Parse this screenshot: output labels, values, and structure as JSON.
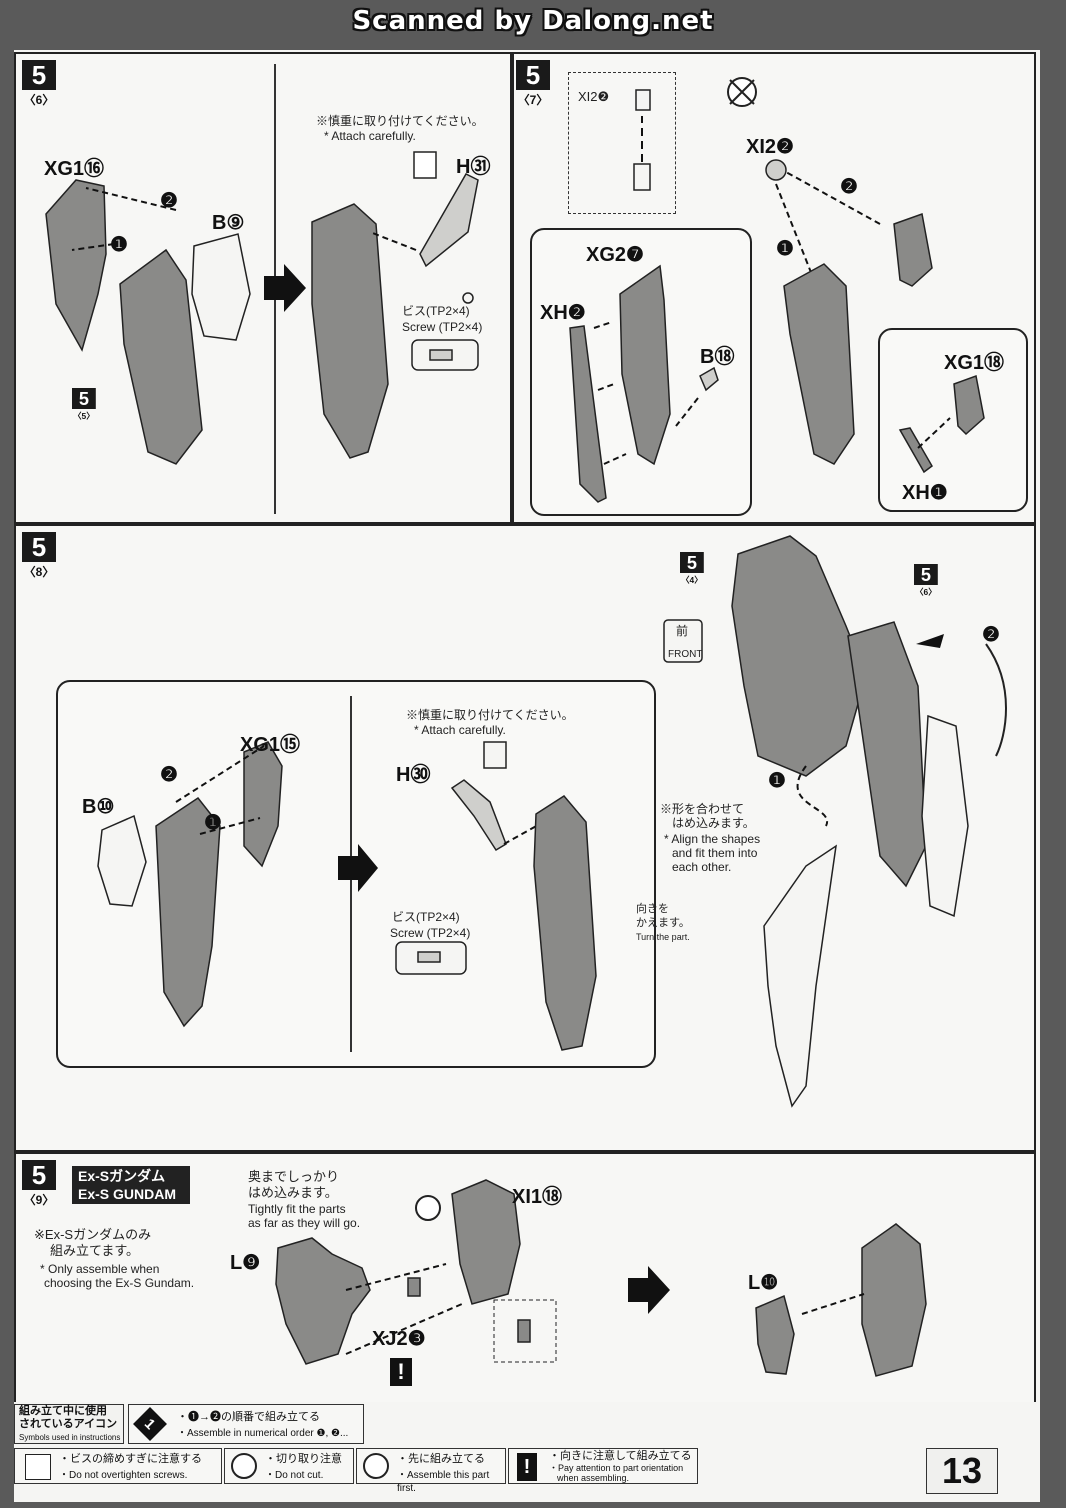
{
  "watermark": "Scanned by Dalong.net",
  "page_number": "13",
  "step6": {
    "step": "5",
    "sub": "〈6〉",
    "labels": {
      "xg": "XG1⑯",
      "b": "B⑨",
      "h": "H㉛",
      "sub_step": "5",
      "sub_step_sub": "〈5〉",
      "c1": "❶",
      "c2": "❷"
    },
    "note_jp": "※慎重に取り付けてください。",
    "note_en": "* Attach carefully.",
    "screw_jp": "ビス(TP2×4)",
    "screw_en": "Screw (TP2×4)"
  },
  "step7": {
    "step": "5",
    "sub": "〈7〉",
    "labels": {
      "xi_small": "XI2❷",
      "xi": "XI2❷",
      "xg2": "XG2❼",
      "xh2": "XH❷",
      "b18": "B⑱",
      "xg1": "XG1⑱",
      "xh1": "XH❶",
      "c1": "❶",
      "c2": "❷"
    }
  },
  "step8": {
    "step": "5",
    "sub": "〈8〉",
    "labels": {
      "xg": "XG1⑮",
      "b": "B⑩",
      "h": "H㉚",
      "s4": "5",
      "s4sub": "〈4〉",
      "s6": "5",
      "s6sub": "〈6〉",
      "front_jp": "前",
      "front_en": "FRONT",
      "c1": "❶",
      "c2": "❷"
    },
    "note_jp": "※慎重に取り付けてください。",
    "note_en": "* Attach carefully.",
    "screw_jp": "ビス(TP2×4)",
    "screw_en": "Screw (TP2×4)",
    "shape_jp1": "※形を合わせて",
    "shape_jp2": "はめ込みます。",
    "shape_en1": "* Align the shapes",
    "shape_en2": "and fit them into",
    "shape_en3": "each other.",
    "turn_jp1": "向きを",
    "turn_jp2": "かえます。",
    "turn_en": "Turn the part."
  },
  "step9": {
    "step": "5",
    "sub": "〈9〉",
    "title_jp": "Ex-Sガンダム",
    "title_en": "Ex-S GUNDAM",
    "only_jp1": "※Ex-Sガンダムのみ",
    "only_jp2": "組み立てます。",
    "only_en1": "* Only assemble when",
    "only_en2": "choosing the Ex-S Gundam.",
    "tight_jp1": "奥までしっかり",
    "tight_jp2": "はめ込みます。",
    "tight_en1": "Tightly fit the parts",
    "tight_en2": "as far as they will go.",
    "labels": {
      "xi1": "XI1⑱",
      "l9": "L❾",
      "xj2": "XJ2❸",
      "l10": "L❿",
      "warn": "!"
    }
  },
  "legend": {
    "title_jp1": "組み立て中に使用",
    "title_jp2": "されているアイコン",
    "title_en": "Symbols used in instructions",
    "numerical_jp": "・❶→❷の順番で組み立てる",
    "numerical_en": "・Assemble in numerical order ❶, ❷...",
    "screw_jp": "・ビスの締めすぎに注意する",
    "screw_en": "・Do not overtighten screws.",
    "cut_jp": "・切り取り注意",
    "cut_en": "・Do not cut.",
    "first_jp": "・先に組み立てる",
    "first_en": "・Assemble this part first.",
    "orient_jp": "・向きに注意して組み立てる",
    "orient_en1": "・Pay attention to part orientation",
    "orient_en2": "when assembling.",
    "one": "1",
    "bang": "!"
  }
}
